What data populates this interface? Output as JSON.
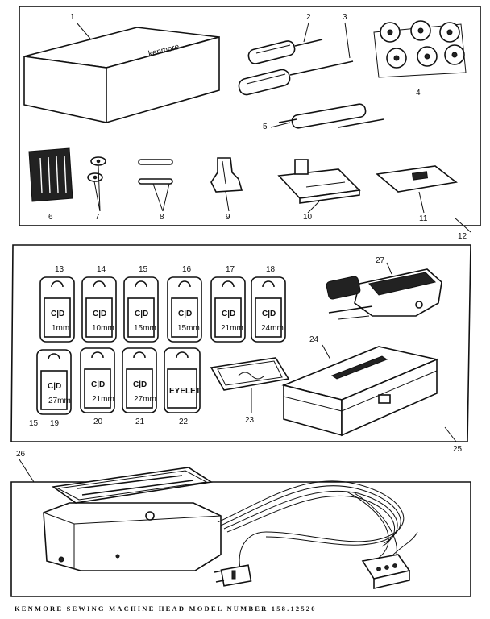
{
  "caption": "KENMORE SEWING MACHINE HEAD  MODEL NUMBER 158.12520",
  "panels": {
    "top": {
      "callout": "12",
      "parts": [
        {
          "num": "1",
          "name": "box",
          "text": "kenmore"
        },
        {
          "num": "2",
          "name": "small screwdriver"
        },
        {
          "num": "3",
          "name": "large screwdriver"
        },
        {
          "num": "4",
          "name": "bobbins"
        },
        {
          "num": "5",
          "name": "seam ripper"
        },
        {
          "num": "6",
          "name": "needle pack"
        },
        {
          "num": "7",
          "name": "spool pin felts"
        },
        {
          "num": "8",
          "name": "spool pins"
        },
        {
          "num": "9",
          "name": "presser foot"
        },
        {
          "num": "10",
          "name": "foot attachment"
        },
        {
          "num": "11",
          "name": "throat plate"
        }
      ]
    },
    "middle": {
      "callout": "25",
      "corner_label": "15",
      "discs": [
        {
          "num": "13",
          "text": "1mm"
        },
        {
          "num": "14",
          "text": "10mm"
        },
        {
          "num": "15",
          "text": "15mm"
        },
        {
          "num": "16",
          "text": "15mm"
        },
        {
          "num": "17",
          "text": "21mm"
        },
        {
          "num": "18",
          "text": "24mm"
        },
        {
          "num": "19",
          "text": "27mm"
        },
        {
          "num": "20",
          "text": "21mm"
        },
        {
          "num": "21",
          "text": "27mm"
        },
        {
          "num": "22",
          "text": "EYELET"
        }
      ],
      "parts": [
        {
          "num": "23",
          "name": "template card"
        },
        {
          "num": "24",
          "name": "attachment case"
        },
        {
          "num": "27",
          "name": "buttonholer"
        }
      ]
    },
    "bottom": {
      "parts": [
        {
          "num": "26",
          "name": "foot control"
        }
      ]
    }
  }
}
